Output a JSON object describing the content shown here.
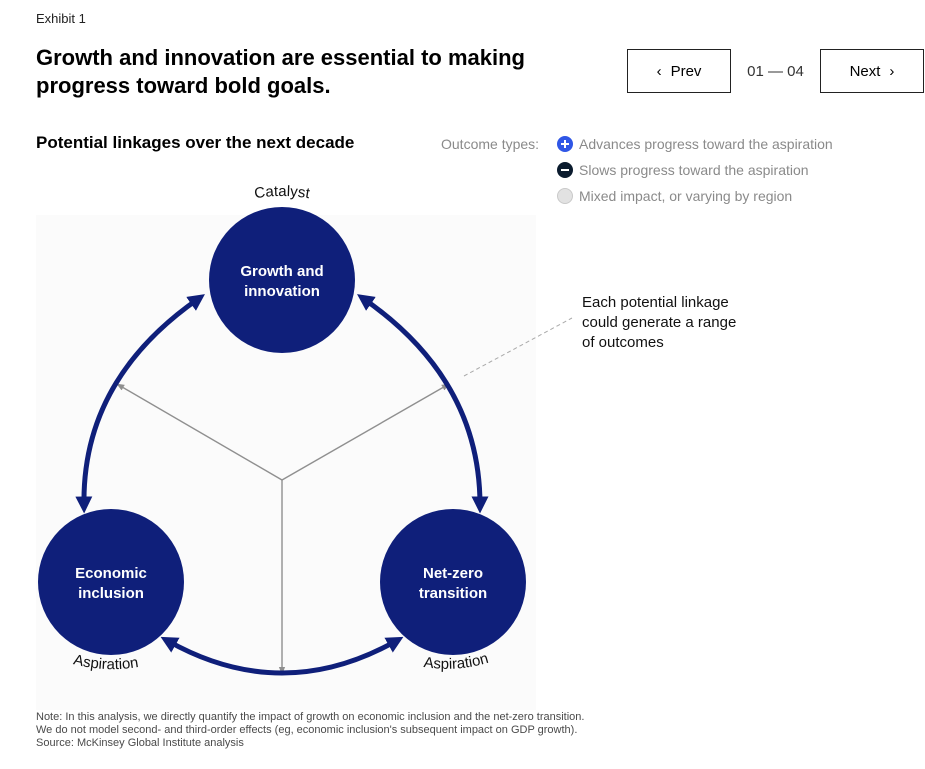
{
  "header": {
    "exhibit": "Exhibit 1",
    "title_line1": "Growth and innovation are essential to making",
    "title_line2": "progress toward bold goals."
  },
  "pager": {
    "prev_label": "Prev",
    "next_label": "Next",
    "counter": "01 — 04"
  },
  "diagram": {
    "subtitle": "Potential linkages over the next decade",
    "legend": {
      "title": "Outcome types:",
      "items": [
        {
          "label": "Advances progress toward the aspiration",
          "icon": "plus-circle-icon",
          "color": "#2f56e6"
        },
        {
          "label": "Slows progress toward the aspiration",
          "icon": "minus-circle-icon",
          "color": "#0b1b2e"
        },
        {
          "label": "Mixed impact, or varying by region",
          "icon": "empty-circle-icon",
          "color": "#e2e2e2"
        }
      ]
    },
    "nodes": {
      "top": {
        "line1": "Growth and",
        "line2": "innovation",
        "tag": "Catalyst"
      },
      "left": {
        "line1": "Economic",
        "line2": "inclusion",
        "tag": "Aspiration"
      },
      "right": {
        "line1": "Net-zero",
        "line2": "transition",
        "tag": "Aspiration"
      }
    },
    "annotation": {
      "line1": "Each potential linkage",
      "line2": "could generate a range",
      "line3": "of outcomes"
    },
    "node_color": "#0f1f7a",
    "arrow_color": "#0f1f7a"
  },
  "footnote": {
    "line1": "Note: In this analysis, we directly quantify the impact of growth on economic inclusion and the net-zero transition.",
    "line2": "We do not model second- and third-order effects (eg, economic inclusion's subsequent impact on GDP growth).",
    "line3": "Source: McKinsey Global Institute analysis"
  }
}
